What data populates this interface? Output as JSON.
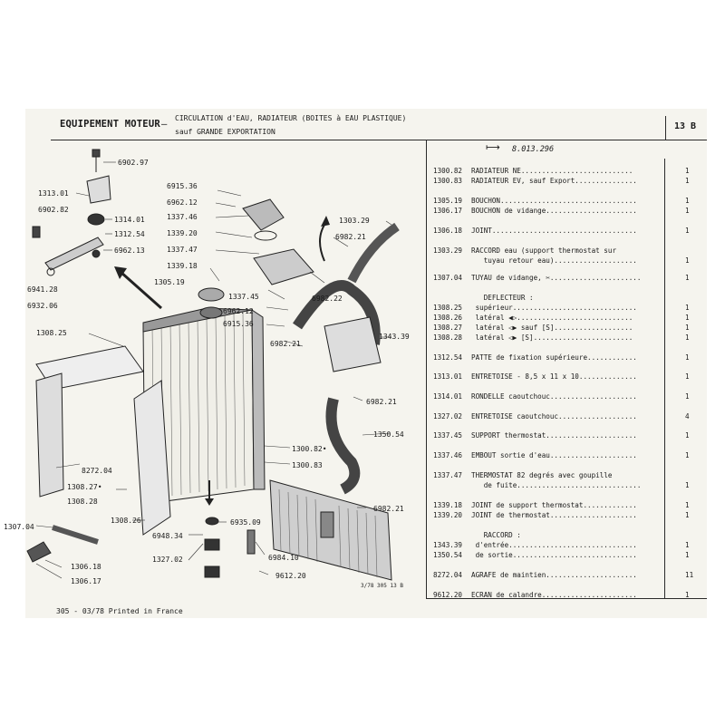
{
  "header": {
    "title": "EQUIPEMENT MOTEUR",
    "dash": "–",
    "subtitle_line1": "CIRCULATION d'EAU, RADIATEUR (BOITES à EAU PLASTIQUE)",
    "subtitle_line2": "sauf GRANDE EXPORTATION",
    "section_code": "13 B"
  },
  "serial": "8.013.296",
  "parts": [
    {
      "ref": "1300.82",
      "desc": "RADIATEUR NE...........................",
      "qty": "1"
    },
    {
      "ref": "1300.83",
      "desc": "RADIATEUR EV, sauf Export...............",
      "qty": "1"
    },
    {
      "ref": "1305.19",
      "desc": "BOUCHON.................................",
      "qty": "1"
    },
    {
      "ref": "1306.17",
      "desc": "BOUCHON de vidange......................",
      "qty": "1"
    },
    {
      "ref": "1306.18",
      "desc": "JOINT...................................",
      "qty": "1"
    },
    {
      "ref": "1303.29",
      "desc": "RACCORD eau (support thermostat sur",
      "qty": ""
    },
    {
      "ref": "",
      "desc": "   tuyau retour eau)....................",
      "qty": "1"
    },
    {
      "ref": "1307.04",
      "desc": "TUYAU de vidange, ✂......................",
      "qty": "1"
    },
    {
      "ref": "",
      "desc": "   DEFLECTEUR :",
      "qty": ""
    },
    {
      "ref": "1308.25",
      "desc": " supérieur..............................",
      "qty": "1"
    },
    {
      "ref": "1308.26",
      "desc": " latéral ◀▷............................",
      "qty": "1"
    },
    {
      "ref": "1308.27",
      "desc": " latéral ◁▶ sauf [S]...................",
      "qty": "1"
    },
    {
      "ref": "1308.28",
      "desc": " latéral ◁▶ [S]........................",
      "qty": "1"
    },
    {
      "ref": "1312.54",
      "desc": "PATTE de fixation supérieure............",
      "qty": "1"
    },
    {
      "ref": "1313.01",
      "desc": "ENTRETOISE - 8,5 x 11 x 10..............",
      "qty": "1"
    },
    {
      "ref": "1314.01",
      "desc": "RONDELLE caoutchouc.....................",
      "qty": "1"
    },
    {
      "ref": "1327.02",
      "desc": "ENTRETOISE caoutchouc...................",
      "qty": "4"
    },
    {
      "ref": "1337.45",
      "desc": "SUPPORT thermostat......................",
      "qty": "1"
    },
    {
      "ref": "1337.46",
      "desc": "EMBOUT sortie d'eau.....................",
      "qty": "1"
    },
    {
      "ref": "1337.47",
      "desc": "THERMOSTAT 82 degrés avec goupille",
      "qty": ""
    },
    {
      "ref": "",
      "desc": "   de fuite..............................",
      "qty": "1"
    },
    {
      "ref": "1339.18",
      "desc": "JOINT de support thermostat.............",
      "qty": "1"
    },
    {
      "ref": "1339.20",
      "desc": "JOINT de thermostat.....................",
      "qty": "1"
    },
    {
      "ref": "",
      "desc": "   RACCORD :",
      "qty": ""
    },
    {
      "ref": "1343.39",
      "desc": " d'entrée...............................",
      "qty": "1"
    },
    {
      "ref": "1350.54",
      "desc": " de sortie..............................",
      "qty": "1"
    },
    {
      "ref": "8272.04",
      "desc": "AGRAFE de maintien......................",
      "qty": "11"
    },
    {
      "ref": "9612.20",
      "desc": "ECRAN de calandre.......................",
      "qty": "1"
    }
  ],
  "callouts": {
    "c6902_97": "6902.97",
    "c1313_01": "1313.01",
    "c6902_82": "6902.82",
    "c1314_01": "1314.01",
    "c1312_54": "1312.54",
    "c6962_13": "6962.13",
    "c6941_28": "6941.28",
    "c6932_06": "6932.06",
    "c6915_36a": "6915.36",
    "c6962_12a": "6962.12",
    "c1337_46": "1337.46",
    "c1339_20": "1339.20",
    "c1337_47": "1337.47",
    "c1339_18": "1339.18",
    "c1305_19": "1305.19",
    "c1337_45": "1337.45",
    "c6962_12b": "6962.12",
    "c6915_36b": "6915.36",
    "c6982_21a": "6982.21",
    "c6982_22": "6982.22",
    "c1303_29": "1303.29",
    "c6982_21b": "6982.21",
    "c1343_39": "1343.39",
    "c6982_21c": "6982.21",
    "c1308_25": "1308.25",
    "c1350_54": "1350.54",
    "c1300_82": "1300.82•",
    "c1300_83": "1300.83",
    "c8272_04": "8272.04",
    "c1308_27": "1308.27•",
    "c1308_28": "1308.28",
    "c1308_26": "1308.26",
    "c6982_21d": "6982.21",
    "c1307_04": "1307.04",
    "c6935_09": "6935.09",
    "c6948_34": "6948.34",
    "c1327_02": "1327.02",
    "c1306_18": "1306.18",
    "c1306_17": "1306.17",
    "c6984_10": "6984.10",
    "c9612_20": "9612.20"
  },
  "page_ref": "3/78  305  13 B",
  "footer": "305 - 03/78 Printed in France"
}
